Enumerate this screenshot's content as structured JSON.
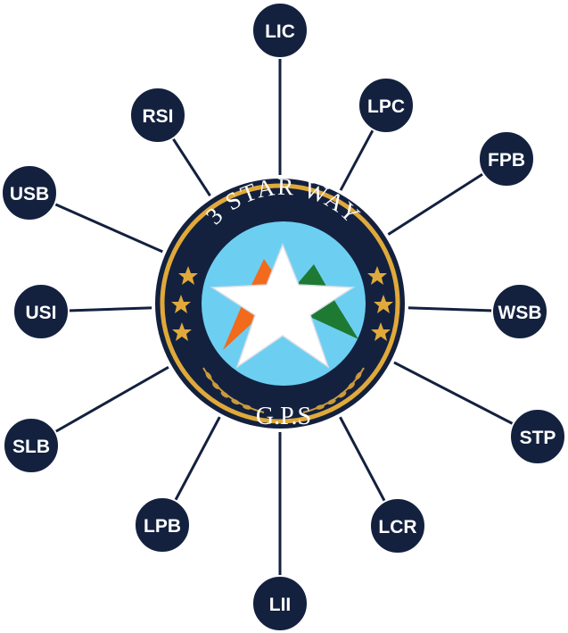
{
  "emblem": {
    "arc_text": "3 STAR WAY",
    "bottom_text": "G.P.S"
  },
  "nodes": [
    {
      "label": "LIC"
    },
    {
      "label": "LPC"
    },
    {
      "label": "FPB"
    },
    {
      "label": "WSB"
    },
    {
      "label": "STP"
    },
    {
      "label": "LCR"
    },
    {
      "label": "LII"
    },
    {
      "label": "LPB"
    },
    {
      "label": "SLB"
    },
    {
      "label": "USI"
    },
    {
      "label": "USB"
    },
    {
      "label": "RSI"
    }
  ],
  "colors": {
    "navy": "#13213f",
    "gold": "#e0a93a",
    "sky": "#6ccff2",
    "saffron": "#f26a1b",
    "green": "#1e7a33",
    "white": "#ffffff",
    "line": "#13213f"
  }
}
